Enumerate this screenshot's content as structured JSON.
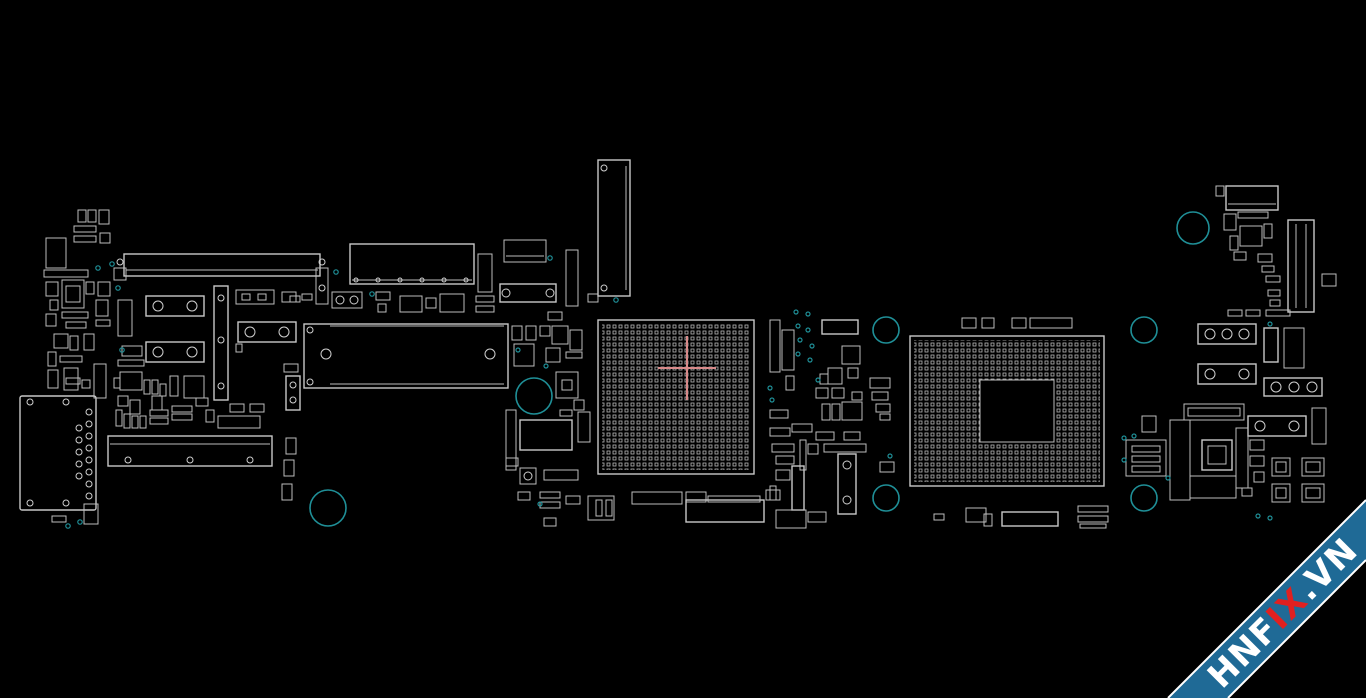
{
  "watermark": {
    "text_a": "HNF",
    "text_b": "IX",
    "text_c": ".VN",
    "banner_color": "#1f6a96",
    "text_color": "#ffffff",
    "accent_color": "#e02020"
  },
  "colors": {
    "background": "#000000",
    "outline": "#c8c8c8",
    "hole": "#1f8f97",
    "cursor_cross": "#d88a8a"
  },
  "icons": [
    "board-outline-icon",
    "mounting-hole-icon",
    "crosshair-icon"
  ]
}
